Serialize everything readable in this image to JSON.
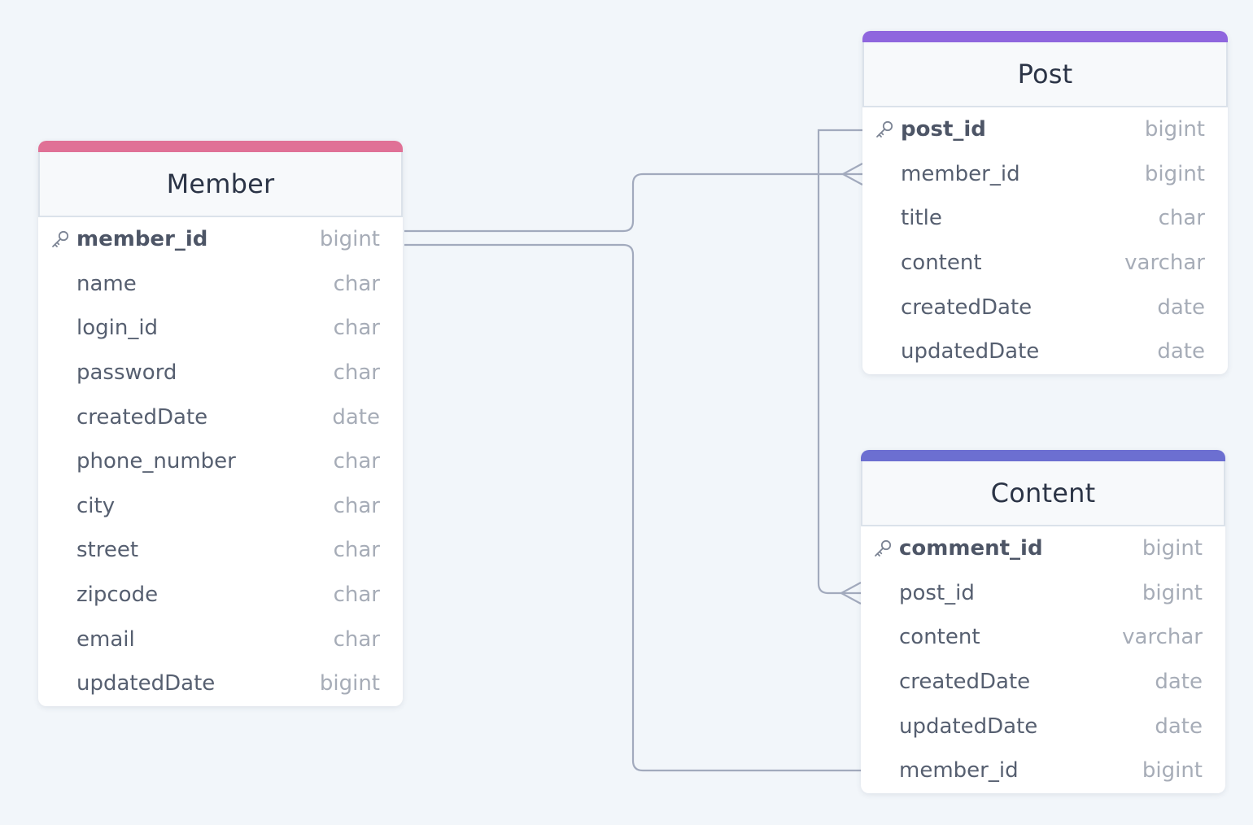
{
  "tables": {
    "member": {
      "name": "Member",
      "accent": "#e07196",
      "fields": [
        {
          "name": "member_id",
          "type": "bigint",
          "pk": true
        },
        {
          "name": "name",
          "type": "char"
        },
        {
          "name": "login_id",
          "type": "char"
        },
        {
          "name": "password",
          "type": "char"
        },
        {
          "name": "createdDate",
          "type": "date"
        },
        {
          "name": "phone_number",
          "type": "char"
        },
        {
          "name": "city",
          "type": "char"
        },
        {
          "name": "street",
          "type": "char"
        },
        {
          "name": "zipcode",
          "type": "char"
        },
        {
          "name": "email",
          "type": "char"
        },
        {
          "name": "updatedDate",
          "type": "bigint"
        }
      ]
    },
    "post": {
      "name": "Post",
      "accent": "#8f66de",
      "fields": [
        {
          "name": "post_id",
          "type": "bigint",
          "pk": true
        },
        {
          "name": "member_id",
          "type": "bigint"
        },
        {
          "name": "title",
          "type": "char"
        },
        {
          "name": "content",
          "type": "varchar"
        },
        {
          "name": "createdDate",
          "type": "date"
        },
        {
          "name": "updatedDate",
          "type": "date"
        }
      ]
    },
    "content": {
      "name": "Content",
      "accent": "#6c6fd1",
      "fields": [
        {
          "name": "comment_id",
          "type": "bigint",
          "pk": true
        },
        {
          "name": "post_id",
          "type": "bigint"
        },
        {
          "name": "content",
          "type": "varchar"
        },
        {
          "name": "createdDate",
          "type": "date"
        },
        {
          "name": "updatedDate",
          "type": "date"
        },
        {
          "name": "member_id",
          "type": "bigint"
        }
      ]
    }
  },
  "relationships": [
    {
      "from": "Member.member_id",
      "to": "Post.member_id",
      "cardinality": "one-to-many"
    },
    {
      "from": "Member.member_id",
      "to": "Content.member_id",
      "cardinality": "one-to-one"
    },
    {
      "from": "Post.post_id",
      "to": "Content.post_id",
      "cardinality": "one-to-many"
    }
  ],
  "icons": {
    "primary_key": "key-icon"
  },
  "colors": {
    "background": "#f2f6fa",
    "connector": "#a2aabd"
  }
}
